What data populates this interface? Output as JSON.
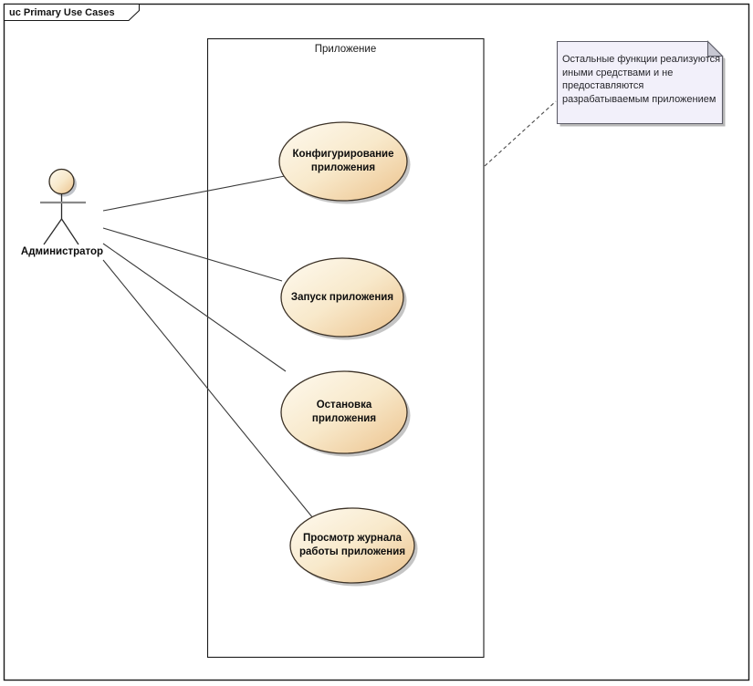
{
  "frame": {
    "label": "uc Primary Use Cases"
  },
  "boundary": {
    "label": "Приложение"
  },
  "actor": {
    "label": "Администратор"
  },
  "usecases": [
    {
      "lines": [
        "Конфигурирование",
        "приложения"
      ]
    },
    {
      "lines": [
        "Запуск приложения"
      ]
    },
    {
      "lines": [
        "Остановка",
        "приложения"
      ]
    },
    {
      "lines": [
        "Просмотр журнала",
        "работы приложения"
      ]
    }
  ],
  "note": {
    "lines": [
      "Остальные функции реализуются",
      "иными средствами и не",
      "предоставляются",
      "разрабатываемым приложением"
    ]
  },
  "colors": {
    "usecase_fill_light": "#fdf8ec",
    "usecase_fill_dark": "#ecc28c",
    "usecase_border": "#3c3227",
    "shadow": "#c5c5c5",
    "note_fill": "#f2f0fa",
    "note_border": "#5f5f6a",
    "line": "#3a3a3a",
    "frame_border": "#1a1a1a"
  }
}
